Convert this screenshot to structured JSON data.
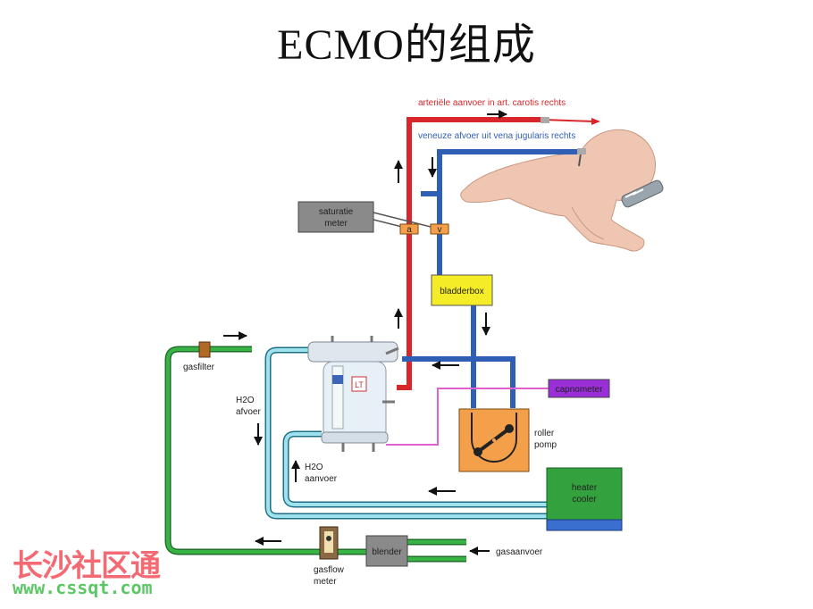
{
  "title": "ECMO的组成",
  "labels": {
    "arterial": "arteriële aanvoer in art. carotis rechts",
    "venous": "veneuze afvoer uit vena jugularis rechts",
    "saturatie": [
      "saturatie",
      "meter"
    ],
    "port_a": "a",
    "port_v": "v",
    "bladderbox": "bladderbox",
    "capnometer": "capnometer",
    "roller_pomp": [
      "roller",
      "pomp"
    ],
    "heater_cooler": [
      "heater",
      "cooler"
    ],
    "gasfilter": "gasfilter",
    "h2o_afvoer": [
      "H2O",
      "afvoer"
    ],
    "h2o_aanvoer": [
      "H2O",
      "aanvoer"
    ],
    "blender": "blender",
    "gasaanvoer": "gasaanvoer",
    "gasflow_meter": [
      "gasflow",
      "meter"
    ]
  },
  "colors": {
    "arterial_line": "#d8262a",
    "venous_line": "#2f5fb5",
    "water_line": "#5bc4d8",
    "gas_line": "#2e9a3a",
    "capno_line": "#e060d0",
    "box_gray": "#8a8a8a",
    "box_yellow": "#f5ec28",
    "box_purple": "#9a2fd8",
    "box_orange": "#f4a04a",
    "box_green": "#33a13d"
  },
  "watermark": {
    "site_name": "长沙社区通",
    "url": "www.cssqt.com"
  }
}
